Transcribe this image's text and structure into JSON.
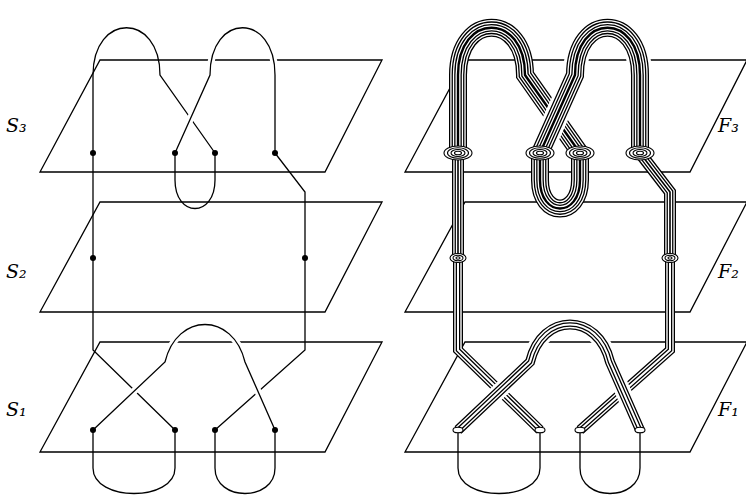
{
  "diagram": {
    "labels": [
      "S₃",
      "S₂",
      "S₁",
      "F₃",
      "F₂",
      "F₁"
    ]
  }
}
